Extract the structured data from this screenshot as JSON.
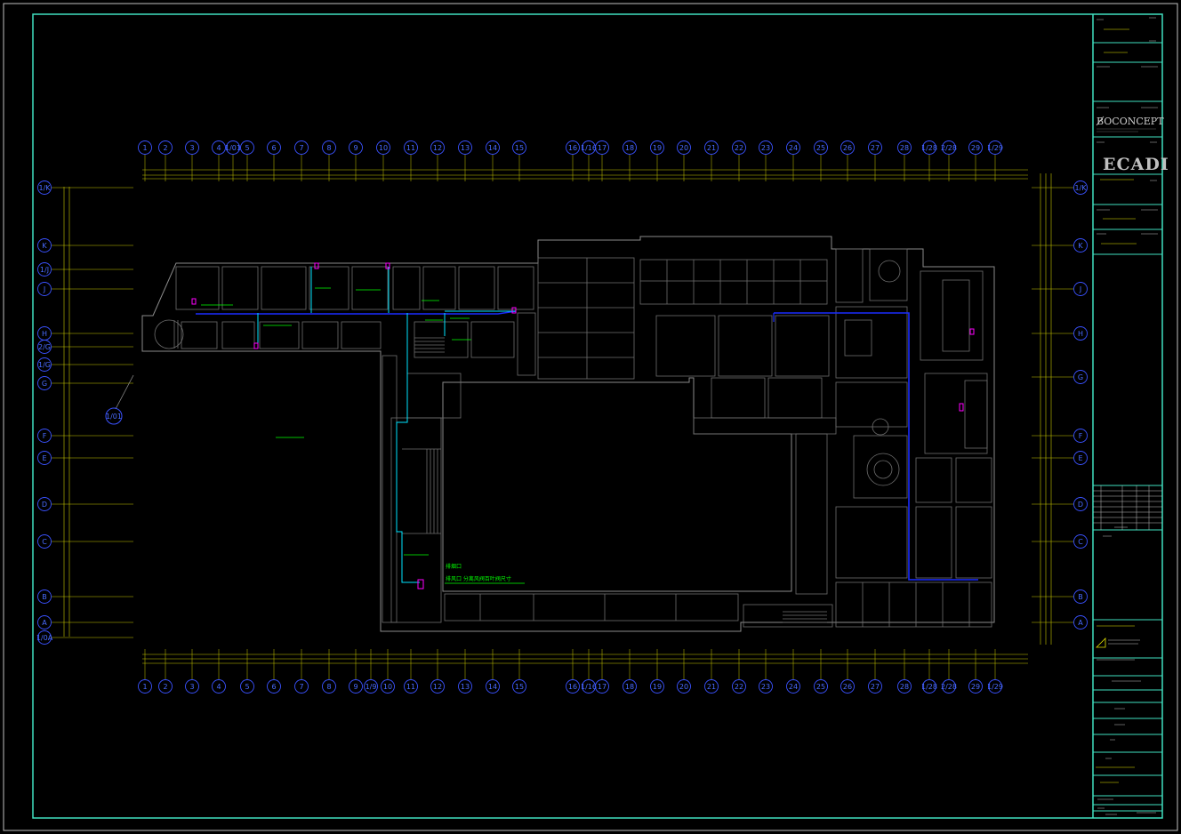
{
  "drawing": {
    "note_labels": [
      "排烟口",
      "排风口  分离风阀百叶阀尺寸"
    ],
    "grid_axes_top": [
      "1",
      "2",
      "3",
      "4",
      "1/01",
      "5",
      "6",
      "7",
      "8",
      "9",
      "10",
      "11",
      "12",
      "13",
      "14",
      "15",
      "16",
      "1/16",
      "17",
      "18",
      "19",
      "20",
      "21",
      "22",
      "23",
      "24",
      "25",
      "26",
      "27",
      "28",
      "1/28",
      "2/28",
      "29",
      "1/29"
    ],
    "grid_axes_bottom": [
      "1",
      "2",
      "3",
      "4",
      "5",
      "6",
      "7",
      "8",
      "9",
      "1/9",
      "10",
      "11",
      "12",
      "13",
      "14",
      "15",
      "16",
      "1/16",
      "17",
      "18",
      "19",
      "20",
      "21",
      "22",
      "23",
      "24",
      "25",
      "26",
      "27",
      "28",
      "1/28",
      "2/28",
      "29",
      "1/29"
    ],
    "grid_axes_left": [
      "1/K",
      "K",
      "1/J",
      "J",
      "H",
      "2/G",
      "1/G",
      "G",
      "F",
      "E",
      "D",
      "C",
      "B",
      "A",
      "1/0A"
    ],
    "grid_axes_right": [
      "1/K",
      "K",
      "J",
      "H",
      "G",
      "F",
      "E",
      "D",
      "C",
      "B",
      "A"
    ],
    "callout_label": "1/01"
  },
  "title_block": {
    "brand_bconcept": "BOCONCEPT",
    "brand_ecadi": "ECADI"
  },
  "colors": {
    "frame": "#40e0c0",
    "grid_axis": "#3a52ff",
    "walls": "#8a8a8a",
    "duct_blue": "#1a2cff",
    "duct_cyan": "#00e5ff",
    "note_green": "#00ff00",
    "marker_magenta": "#ff00ff",
    "dimension_yellow": "#c8c800"
  }
}
